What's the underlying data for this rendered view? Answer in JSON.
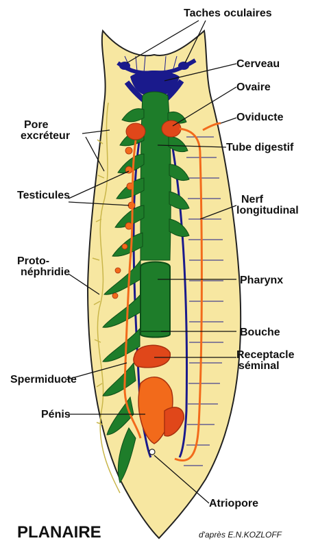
{
  "title": "PLANAIRE",
  "credit": "d'après E.N.KOZLOFF",
  "labels": {
    "taches_oculaires": "Taches oculaires",
    "cerveau": "Cerveau",
    "ovaire": "Ovaire",
    "oviducte": "Oviducte",
    "pore_excreteur_1": "Pore",
    "pore_excreteur_2": "excréteur",
    "tube_digestif": "Tube digestif",
    "testicules": "Testicules",
    "nerf_longitudinal_1": "Nerf",
    "nerf_longitudinal_2": "longitudinal",
    "protonephridie_1": "Proto-",
    "protonephridie_2": "néphridie",
    "pharynx": "Pharynx",
    "bouche": "Bouche",
    "receptacle_1": "Receptacle",
    "receptacle_2": "séminal",
    "spermiducte": "Spermiducte",
    "penis": "Pénis",
    "atriopore": "Atriopore"
  },
  "colors": {
    "body_fill": "#f7e7a1",
    "body_outline": "#222222",
    "gut": "#1e7d2a",
    "nerve": "#1a1a8c",
    "reproductive": "#f26a1b",
    "gonad": "#e0471a",
    "protonephridia": "#c9b64a"
  }
}
